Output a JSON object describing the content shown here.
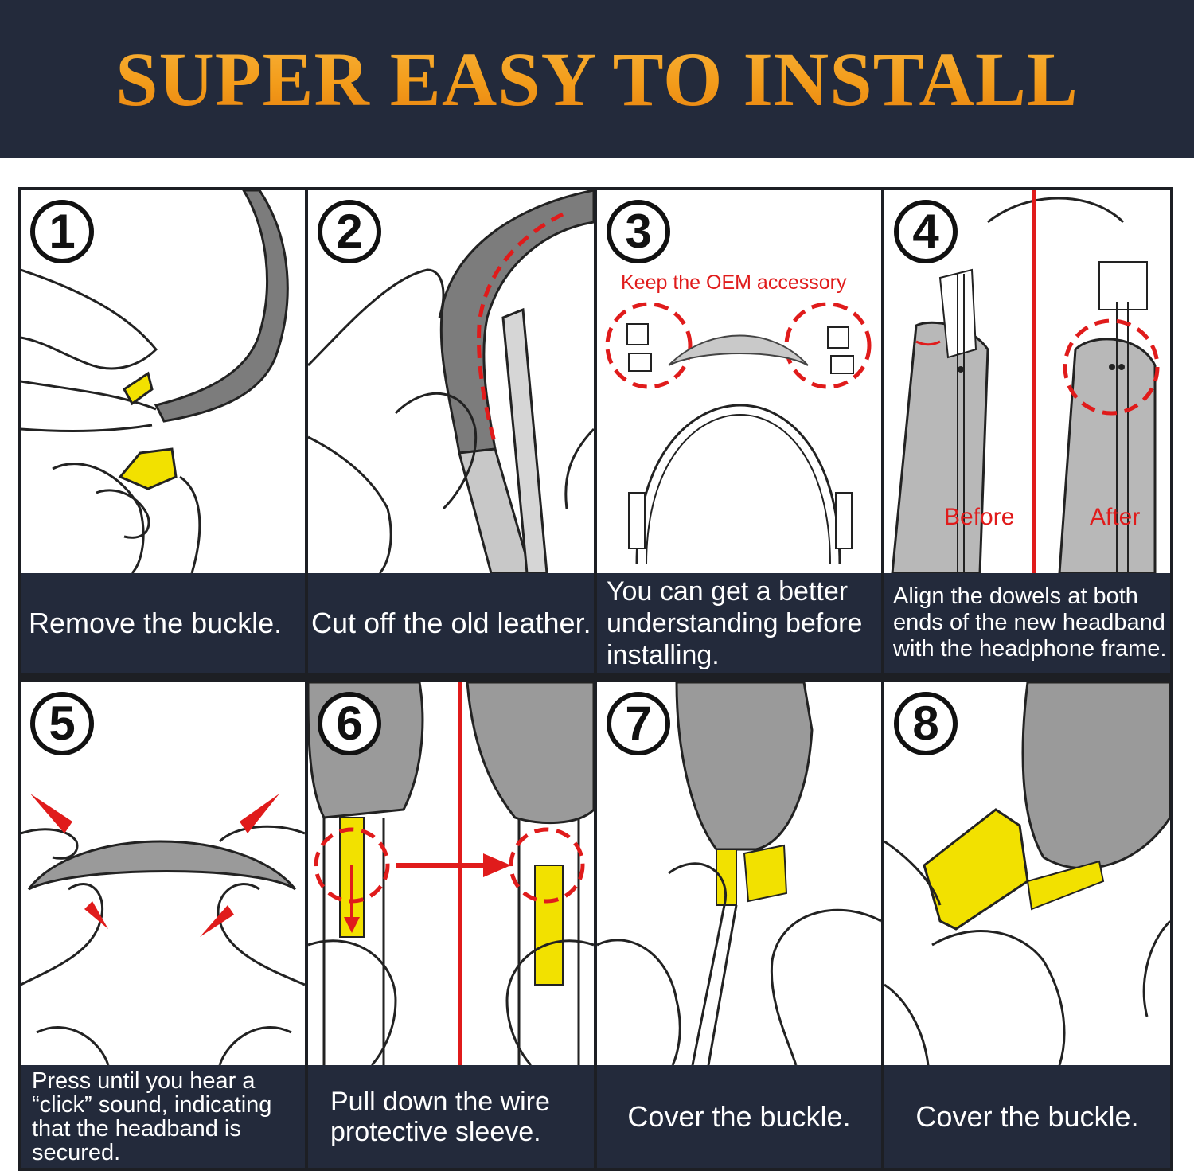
{
  "banner": {
    "title": "SUPER EASY TO INSTALL"
  },
  "colors": {
    "banner_bg": "#232a3b",
    "title_orange": "#f39c1a",
    "accent_red": "#e01b1b",
    "buckle_yellow": "#f2e100",
    "leather_gray": "#808080"
  },
  "steps": [
    {
      "number": "1",
      "caption": "Remove the buckle."
    },
    {
      "number": "2",
      "caption": "Cut off the old leather."
    },
    {
      "number": "3",
      "caption": "You can get a better understanding before installing.",
      "annotation": "Keep the OEM accessory"
    },
    {
      "number": "4",
      "caption": "Align the dowels at both ends of the new headband with the headphone frame.",
      "before_label": "Before",
      "after_label": "After"
    },
    {
      "number": "5",
      "caption": "Press until you hear a “click” sound, indicating that the headband is secured."
    },
    {
      "number": "6",
      "caption": "Pull down the wire protective sleeve."
    },
    {
      "number": "7",
      "caption": "Cover the buckle."
    },
    {
      "number": "8",
      "caption": "Cover the buckle."
    }
  ]
}
